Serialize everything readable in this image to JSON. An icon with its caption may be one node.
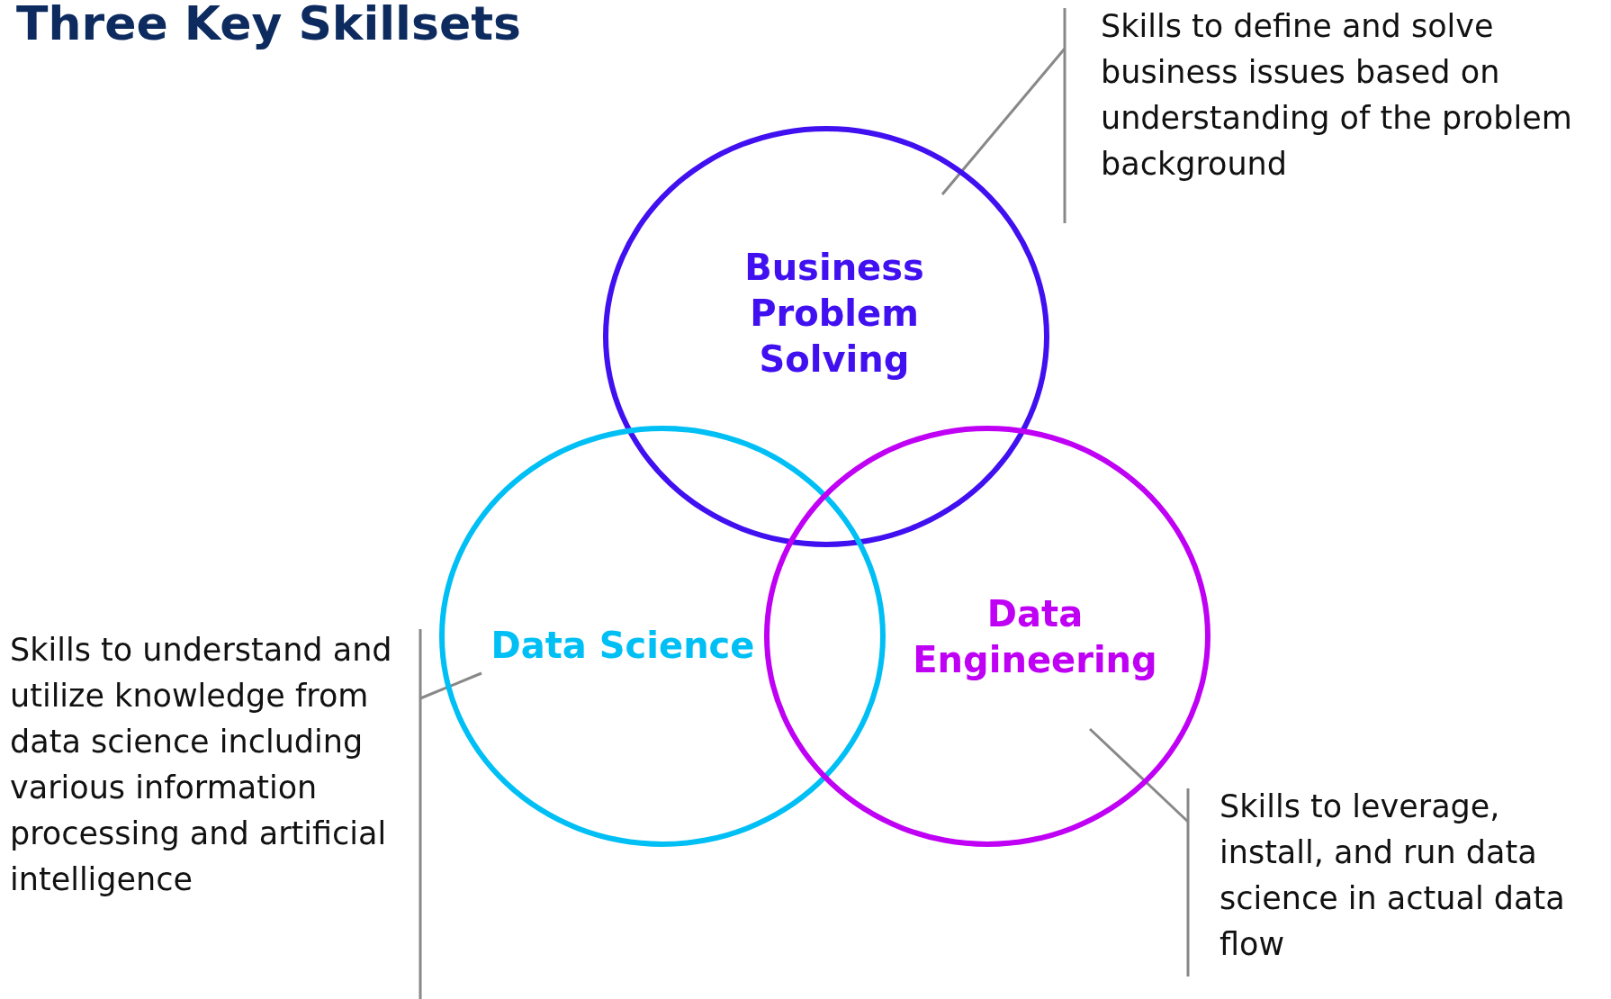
{
  "diagram": {
    "title": "Three Key Skillsets",
    "nodes": [
      {
        "text": [
          "Business Problem Solving"
        ]
      },
      {
        "text": [
          "Data Science"
        ]
      },
      {
        "text": [
          "Data Engineering"
        ]
      },
      {
        "text": [
          "Skills to define and solve business issues based on understanding of the problem background"
        ]
      },
      {
        "text": [
          "Skills to understand and utilize knowledge from data science including various information processing and artificial intelligence"
        ]
      },
      {
        "text": [
          "Skills to leverage, install, and run data science in actual data flow"
        ]
      }
    ],
    "edges": [
      {
        "from": 3,
        "to": 0,
        "arrow": "none"
      },
      {
        "from": 4,
        "to": 1,
        "arrow": "none"
      },
      {
        "from": 5,
        "to": 2,
        "arrow": "none"
      }
    ]
  }
}
